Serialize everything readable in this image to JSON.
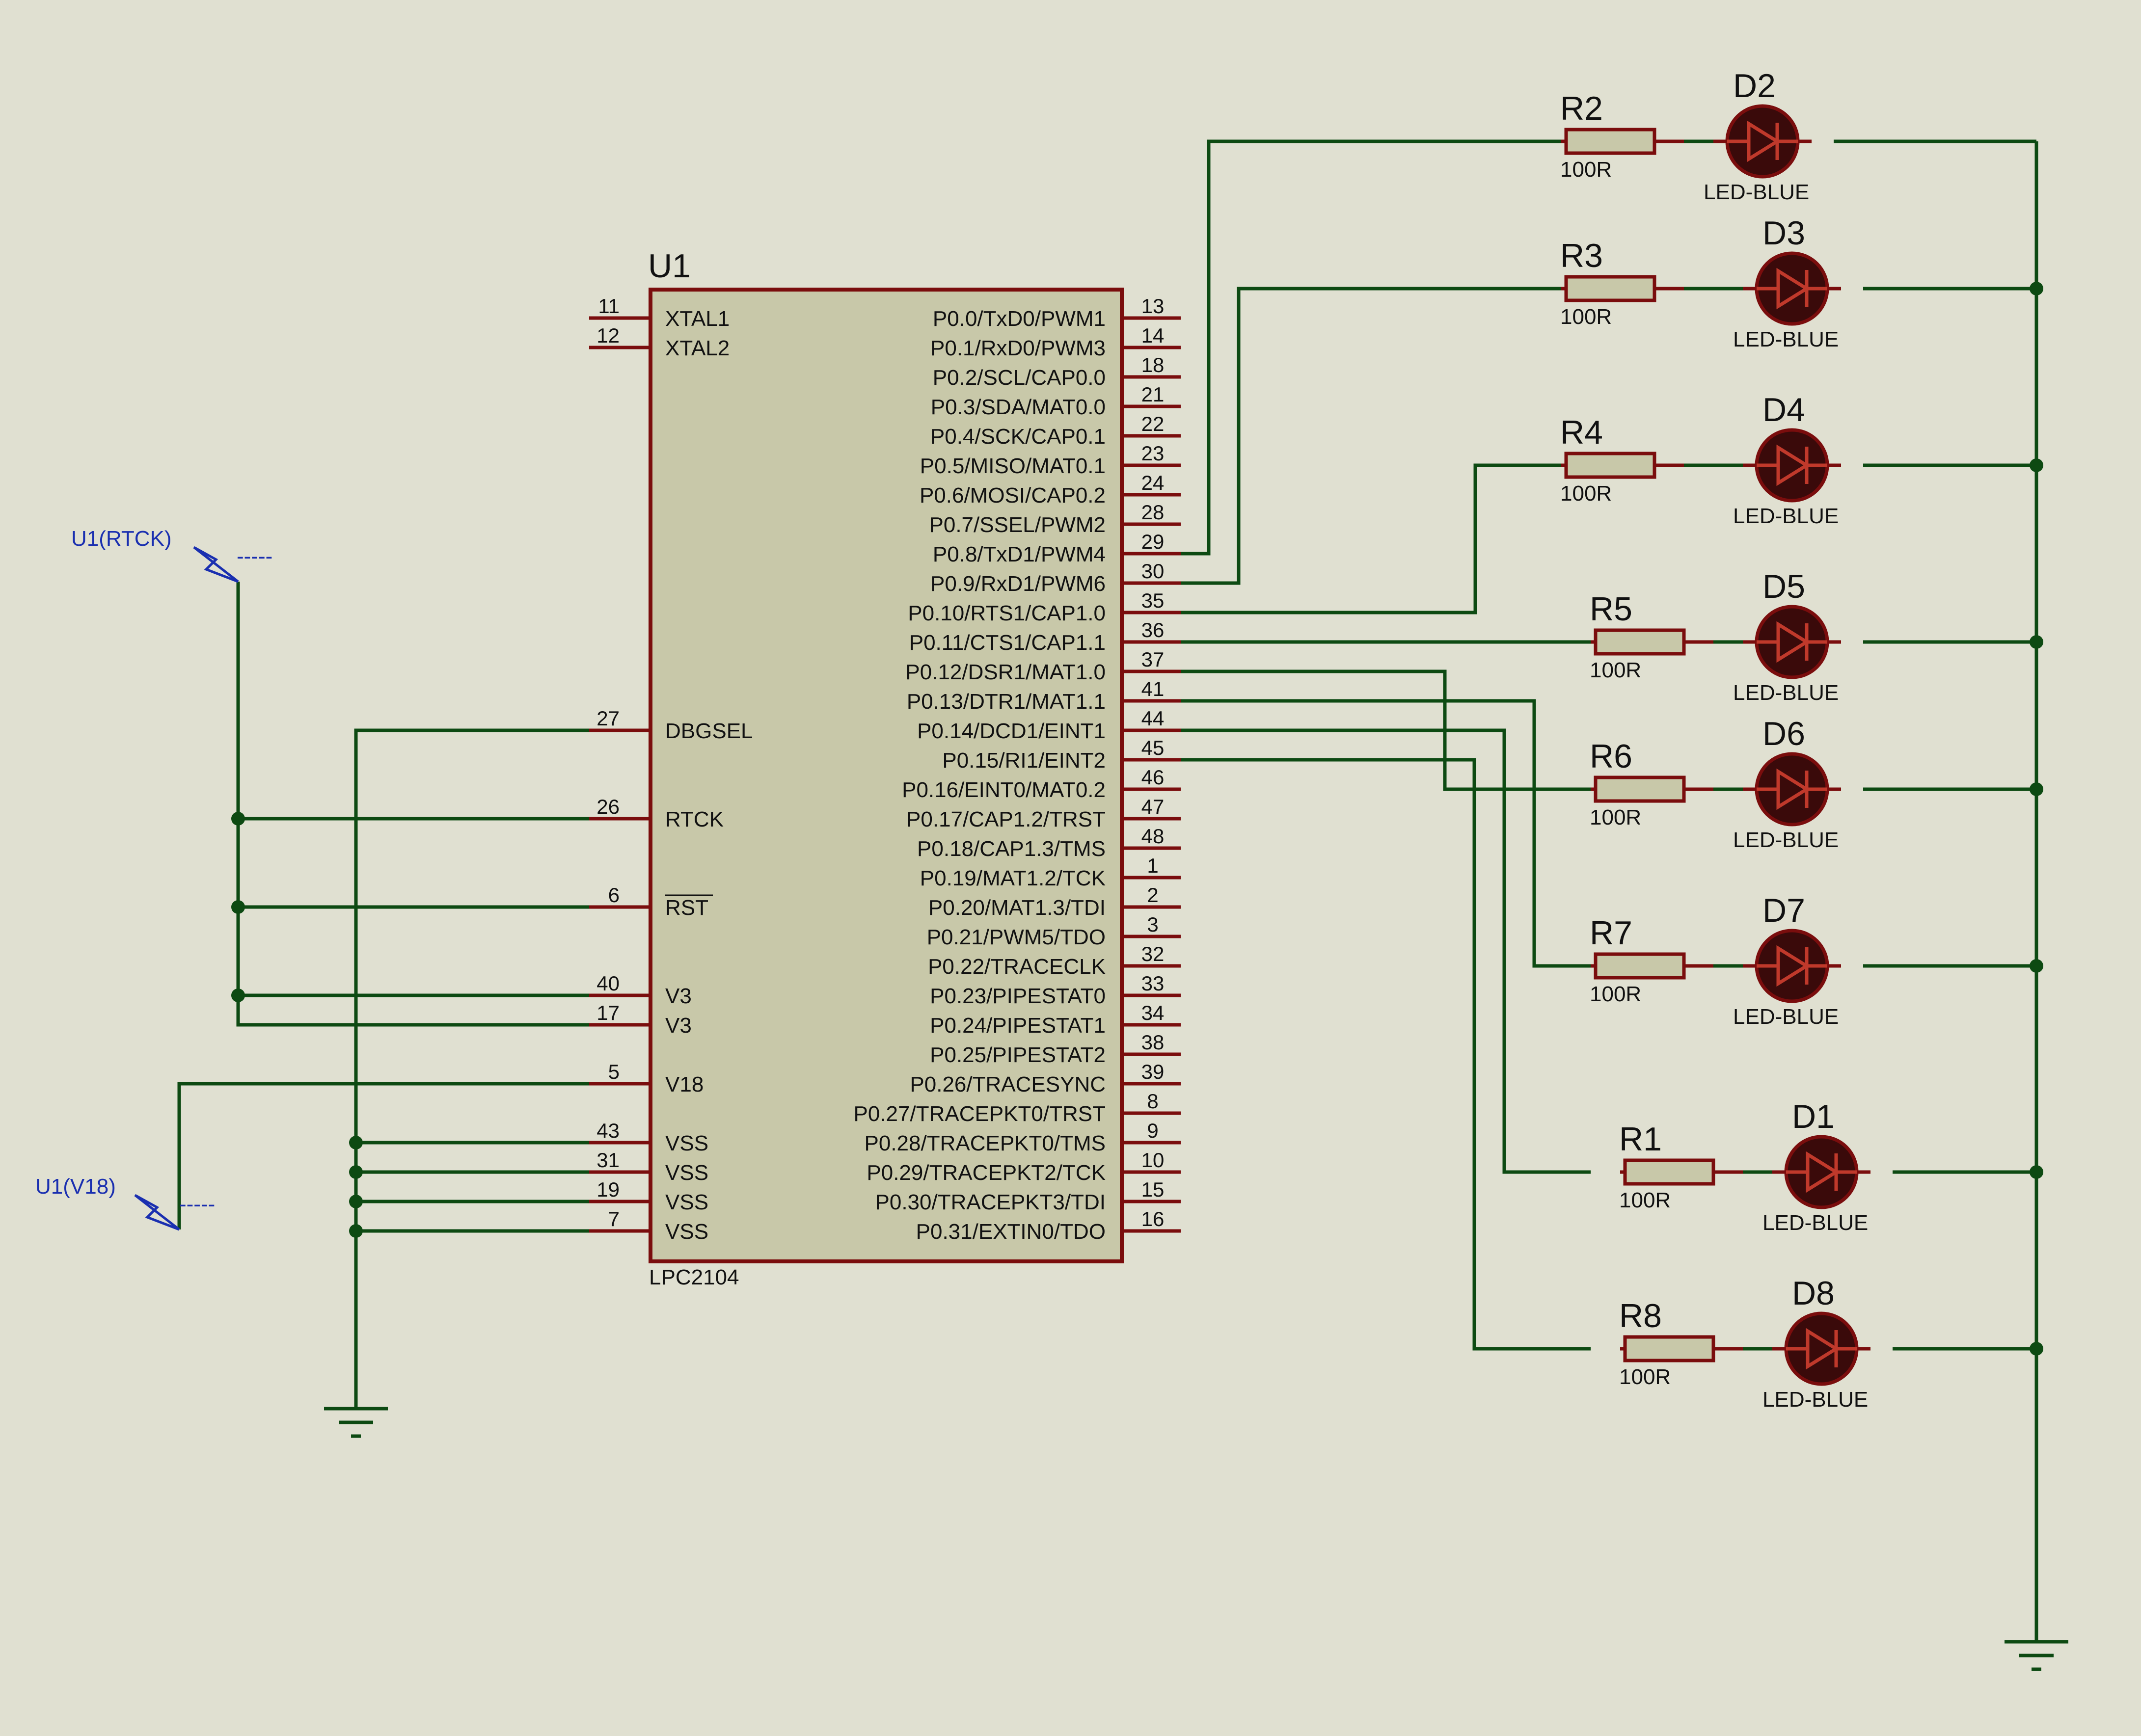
{
  "chip": {
    "ref": "U1",
    "part": "LPC2104",
    "left_pins": [
      {
        "num": "11",
        "name": "XTAL1"
      },
      {
        "num": "12",
        "name": "XTAL2"
      },
      {
        "num": "27",
        "name": "DBGSEL"
      },
      {
        "num": "26",
        "name": "RTCK"
      },
      {
        "num": "6",
        "name": "RST",
        "overline": true
      },
      {
        "num": "40",
        "name": "V3"
      },
      {
        "num": "17",
        "name": "V3"
      },
      {
        "num": "5",
        "name": "V18"
      },
      {
        "num": "43",
        "name": "VSS"
      },
      {
        "num": "31",
        "name": "VSS"
      },
      {
        "num": "19",
        "name": "VSS"
      },
      {
        "num": "7",
        "name": "VSS"
      }
    ],
    "right_pins": [
      {
        "num": "13",
        "name": "P0.0/TxD0/PWM1"
      },
      {
        "num": "14",
        "name": "P0.1/RxD0/PWM3"
      },
      {
        "num": "18",
        "name": "P0.2/SCL/CAP0.0"
      },
      {
        "num": "21",
        "name": "P0.3/SDA/MAT0.0"
      },
      {
        "num": "22",
        "name": "P0.4/SCK/CAP0.1"
      },
      {
        "num": "23",
        "name": "P0.5/MISO/MAT0.1"
      },
      {
        "num": "24",
        "name": "P0.6/MOSI/CAP0.2"
      },
      {
        "num": "28",
        "name": "P0.7/SSEL/PWM2"
      },
      {
        "num": "29",
        "name": "P0.8/TxD1/PWM4"
      },
      {
        "num": "30",
        "name": "P0.9/RxD1/PWM6"
      },
      {
        "num": "35",
        "name": "P0.10/RTS1/CAP1.0"
      },
      {
        "num": "36",
        "name": "P0.11/CTS1/CAP1.1"
      },
      {
        "num": "37",
        "name": "P0.12/DSR1/MAT1.0"
      },
      {
        "num": "41",
        "name": "P0.13/DTR1/MAT1.1"
      },
      {
        "num": "44",
        "name": "P0.14/DCD1/EINT1"
      },
      {
        "num": "45",
        "name": "P0.15/RI1/EINT2"
      },
      {
        "num": "46",
        "name": "P0.16/EINT0/MAT0.2"
      },
      {
        "num": "47",
        "name": "P0.17/CAP1.2/TRST"
      },
      {
        "num": "48",
        "name": "P0.18/CAP1.3/TMS"
      },
      {
        "num": "1",
        "name": "P0.19/MAT1.2/TCK"
      },
      {
        "num": "2",
        "name": "P0.20/MAT1.3/TDI"
      },
      {
        "num": "3",
        "name": "P0.21/PWM5/TDO"
      },
      {
        "num": "32",
        "name": "P0.22/TRACECLK"
      },
      {
        "num": "33",
        "name": "P0.23/PIPESTAT0"
      },
      {
        "num": "34",
        "name": "P0.24/PIPESTAT1"
      },
      {
        "num": "38",
        "name": "P0.25/PIPESTAT2"
      },
      {
        "num": "39",
        "name": "P0.26/TRACESYNC"
      },
      {
        "num": "8",
        "name": "P0.27/TRACEPKT0/TRST"
      },
      {
        "num": "9",
        "name": "P0.28/TRACEPKT0/TMS"
      },
      {
        "num": "10",
        "name": "P0.29/TRACEPKT2/TCK"
      },
      {
        "num": "15",
        "name": "P0.30/TRACEPKT3/TDI"
      },
      {
        "num": "16",
        "name": "P0.31/EXTIN0/TDO"
      }
    ]
  },
  "terminals": [
    {
      "label": "U1(RTCK)",
      "dashes": "-----"
    },
    {
      "label": "U1(V18)",
      "dashes": "-----"
    }
  ],
  "led_rows": [
    {
      "res_ref": "R2",
      "res_val": "100R",
      "led_ref": "D2",
      "led_val": "LED-BLUE"
    },
    {
      "res_ref": "R3",
      "res_val": "100R",
      "led_ref": "D3",
      "led_val": "LED-BLUE"
    },
    {
      "res_ref": "R4",
      "res_val": "100R",
      "led_ref": "D4",
      "led_val": "LED-BLUE"
    },
    {
      "res_ref": "R5",
      "res_val": "100R",
      "led_ref": "D5",
      "led_val": "LED-BLUE"
    },
    {
      "res_ref": "R6",
      "res_val": "100R",
      "led_ref": "D6",
      "led_val": "LED-BLUE"
    },
    {
      "res_ref": "R7",
      "res_val": "100R",
      "led_ref": "D7",
      "led_val": "LED-BLUE"
    },
    {
      "res_ref": "R1",
      "res_val": "100R",
      "led_ref": "D1",
      "led_val": "LED-BLUE"
    },
    {
      "res_ref": "R8",
      "res_val": "100R",
      "led_ref": "D8",
      "led_val": "LED-BLUE"
    }
  ],
  "colors": {
    "background": "#e0e0d1",
    "wire": "#0d4a12",
    "pin": "#7a0d0d",
    "chip_fill": "#c8c8a9",
    "terminal": "#1a2fb0",
    "led_fill": "#3a0a0a"
  }
}
